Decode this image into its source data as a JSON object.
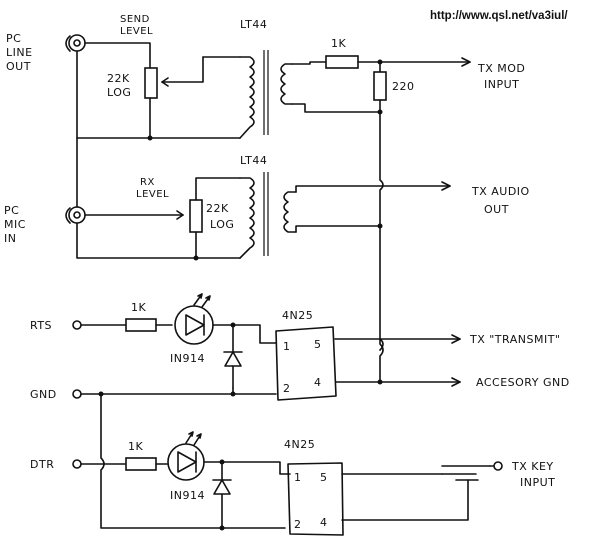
{
  "header": {
    "url": "http://www.qsl.net/va3iul/"
  },
  "labels": {
    "pc_line_out": [
      "PC",
      "LINE",
      "OUT"
    ],
    "pc_mic_in": [
      "PC",
      "MIC",
      "IN"
    ],
    "send_level": [
      "SEND",
      "LEVEL"
    ],
    "rx_level": [
      "RX",
      "LEVEL"
    ],
    "pot1": [
      "22K",
      "LOG"
    ],
    "pot2": [
      "22K",
      "LOG"
    ],
    "transformer1": "LT44",
    "transformer2": "LT44",
    "r_series_top": "1K",
    "r_shunt_top": "220",
    "tx_mod_input": [
      "TX MOD",
      "INPUT"
    ],
    "tx_audio_out": [
      "TX AUDIO",
      "OUT"
    ],
    "rts": "RTS",
    "gnd": "GND",
    "dtr": "DTR",
    "r_rts": "1K",
    "r_dtr": "1K",
    "diode1": "IN914",
    "diode2": "IN914",
    "opto1": "4N25",
    "opto2": "4N25",
    "pin1": "1",
    "pin2": "2",
    "pin4": "4",
    "pin5": "5",
    "tx_transmit": "TX \"TRANSMIT\"",
    "accessory_gnd": "ACCESORY GND",
    "tx_key_input": [
      "TX KEY",
      "INPUT"
    ]
  }
}
